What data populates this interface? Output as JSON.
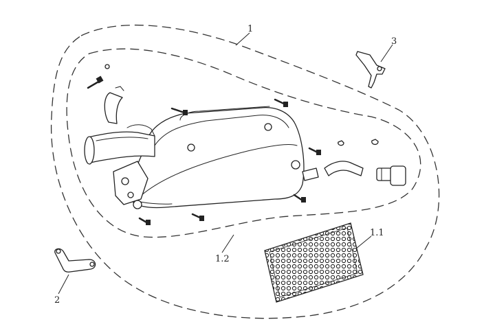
{
  "diagram": {
    "callouts": {
      "group_assembly": "1",
      "bracket_left": "2",
      "bracket_right": "3",
      "heat_shield": "1.1",
      "muffler_body": "1.2"
    },
    "ink_color": "#222222",
    "background_color": "#ffffff"
  }
}
